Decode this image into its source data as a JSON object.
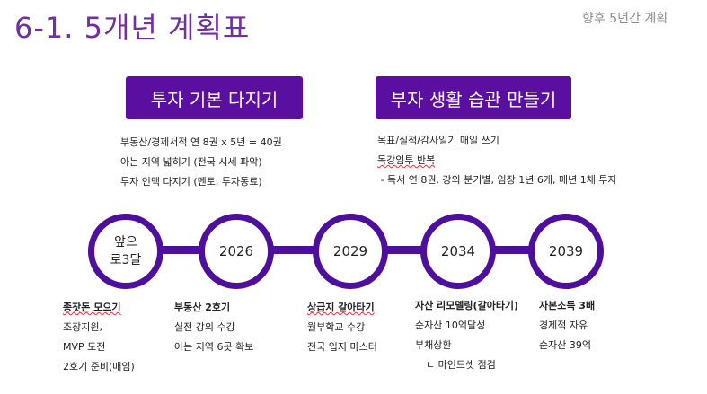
{
  "header": {
    "title": "6-1. 5개년 계획표",
    "subtitle": "향후 5년간 계획"
  },
  "boxes": [
    {
      "label": "투자 기본 다지기",
      "items": [
        "부동산/경제서적 연 8권 x 5년 = 40권",
        "아는 지역 넓히기 (전국 시세 파악)",
        "투자 인맥 다지기 (멘토, 투자동료)"
      ]
    },
    {
      "label": "부자 생활 습관 만들기",
      "items": [
        "목표/실적/감사일기 매일 쓰기",
        "독강임투 반복",
        " - 독서 연 8권, 강의 분기별, 임장 1년 6개, 매년 1채 투자"
      ]
    }
  ],
  "timeline": [
    {
      "label": "앞으\n로3달",
      "line1": "앞으",
      "line2": "로3달",
      "title": "종잣돈 모으기",
      "items": [
        "조장지원,",
        "MVP 도전",
        "2호기 준비(매임)"
      ]
    },
    {
      "label": "2026",
      "title": "부동산 2호기",
      "items": [
        "실전 강의 수강",
        "아는 지역 6곳 확보"
      ]
    },
    {
      "label": "2029",
      "title": "상급지 갈아타기",
      "items": [
        "월부학교 수강",
        "전국 입지 마스터"
      ]
    },
    {
      "label": "2034",
      "title": "자산 리모델링(갈아타기)",
      "items": [
        "순자산 10억달성",
        "부채상환",
        "ㄴ 마인드셋 점검"
      ]
    },
    {
      "label": "2039",
      "title": "자본소득 3배",
      "items": [
        "경제적 자유",
        "순자산 39억"
      ]
    }
  ],
  "colors": {
    "accent": "#5a0fa0",
    "title": "#7030a0"
  }
}
